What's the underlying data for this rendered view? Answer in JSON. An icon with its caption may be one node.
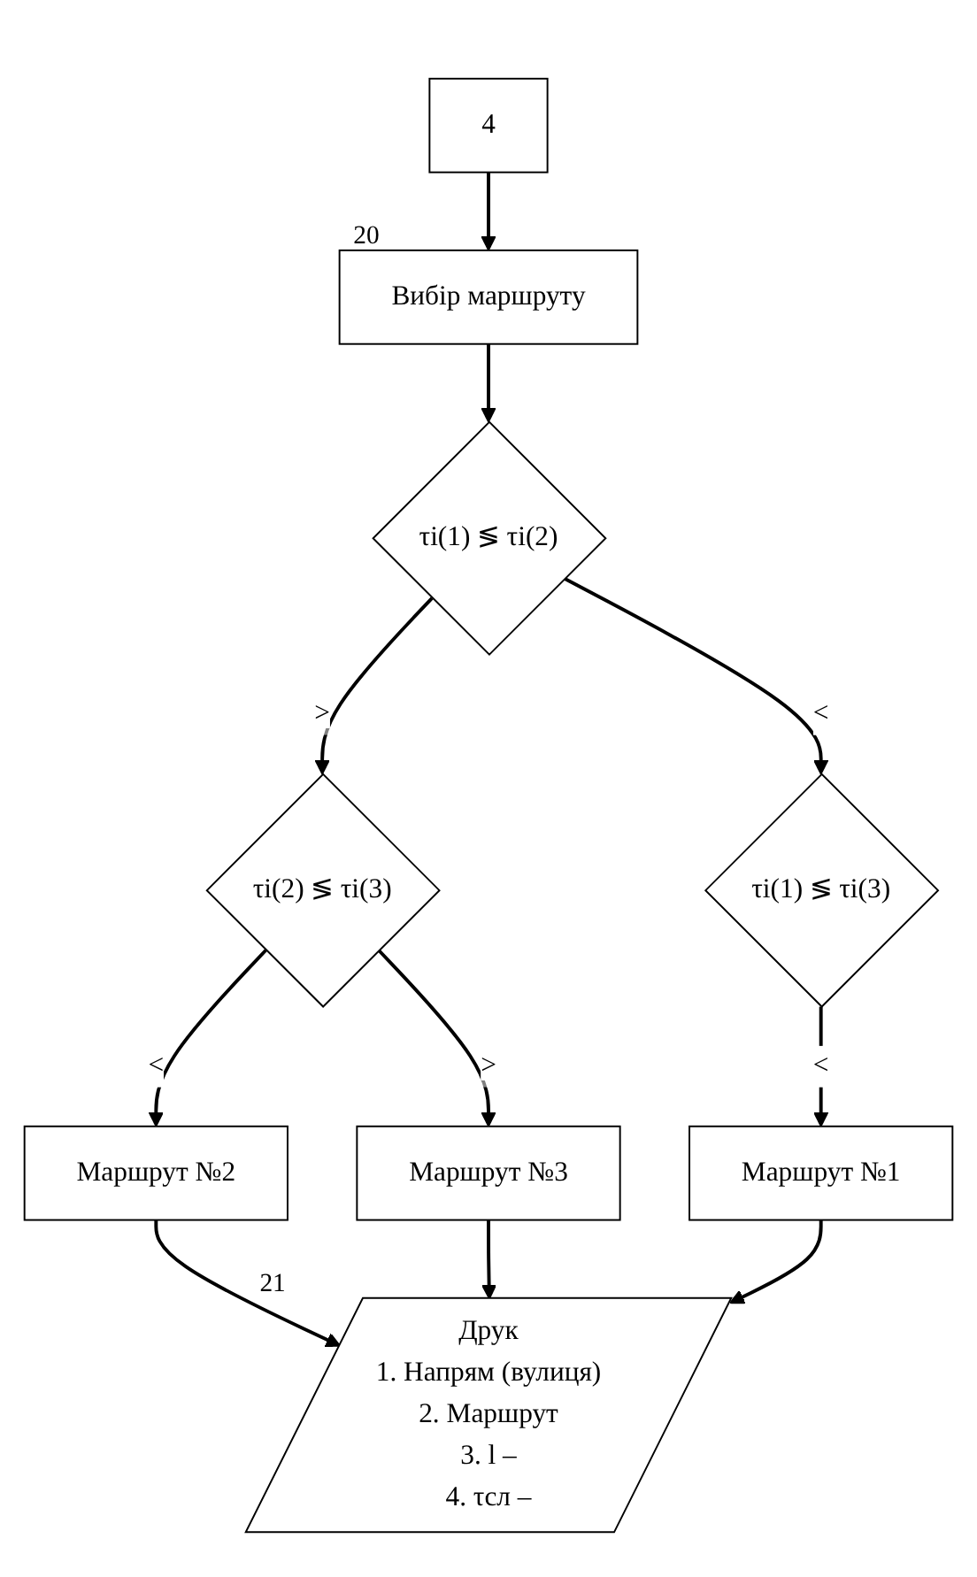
{
  "diagram": {
    "nodes": [
      {
        "text": [
          "4"
        ]
      },
      {
        "text": [
          "Вибір маршруту"
        ],
        "beside": [
          "20"
        ]
      },
      {
        "text": [
          "τi(1) ≶ τi(2)"
        ]
      },
      {
        "text": [
          "Маршрут №2"
        ]
      },
      {
        "text": [
          "τi(2) ≶ τi(3)"
        ]
      },
      {
        "text": [
          "Маршрут №3"
        ]
      },
      {
        "text": [
          "τi(1) ≶ τi(3)"
        ]
      },
      {
        "text": [
          "Маршрут №1"
        ]
      },
      {
        "text": [
          "Друк",
          "1. Напрям (вулиця)",
          "2. Маршрут",
          "3. l –",
          "4. τсл –"
        ],
        "beside": [
          "21"
        ]
      }
    ],
    "edges": [
      {
        "from": 0,
        "to": 1,
        "arrow": "to"
      },
      {
        "from": 1,
        "to": 2,
        "arrow": "to"
      },
      {
        "from": 2,
        "to": 4,
        "label": ">",
        "arrow": "to"
      },
      {
        "from": 2,
        "to": 6,
        "label": "<",
        "arrow": "to"
      },
      {
        "from": 4,
        "to": 3,
        "label": "<",
        "arrow": "to"
      },
      {
        "from": 4,
        "to": 5,
        "label": ">",
        "arrow": "to"
      },
      {
        "from": 6,
        "to": 7,
        "label": "<",
        "arrow": "to"
      },
      {
        "from": 3,
        "to": 8,
        "arrow": "to"
      },
      {
        "from": 5,
        "to": 8,
        "arrow": "to"
      },
      {
        "from": 7,
        "to": 8,
        "arrow": "to"
      }
    ]
  }
}
